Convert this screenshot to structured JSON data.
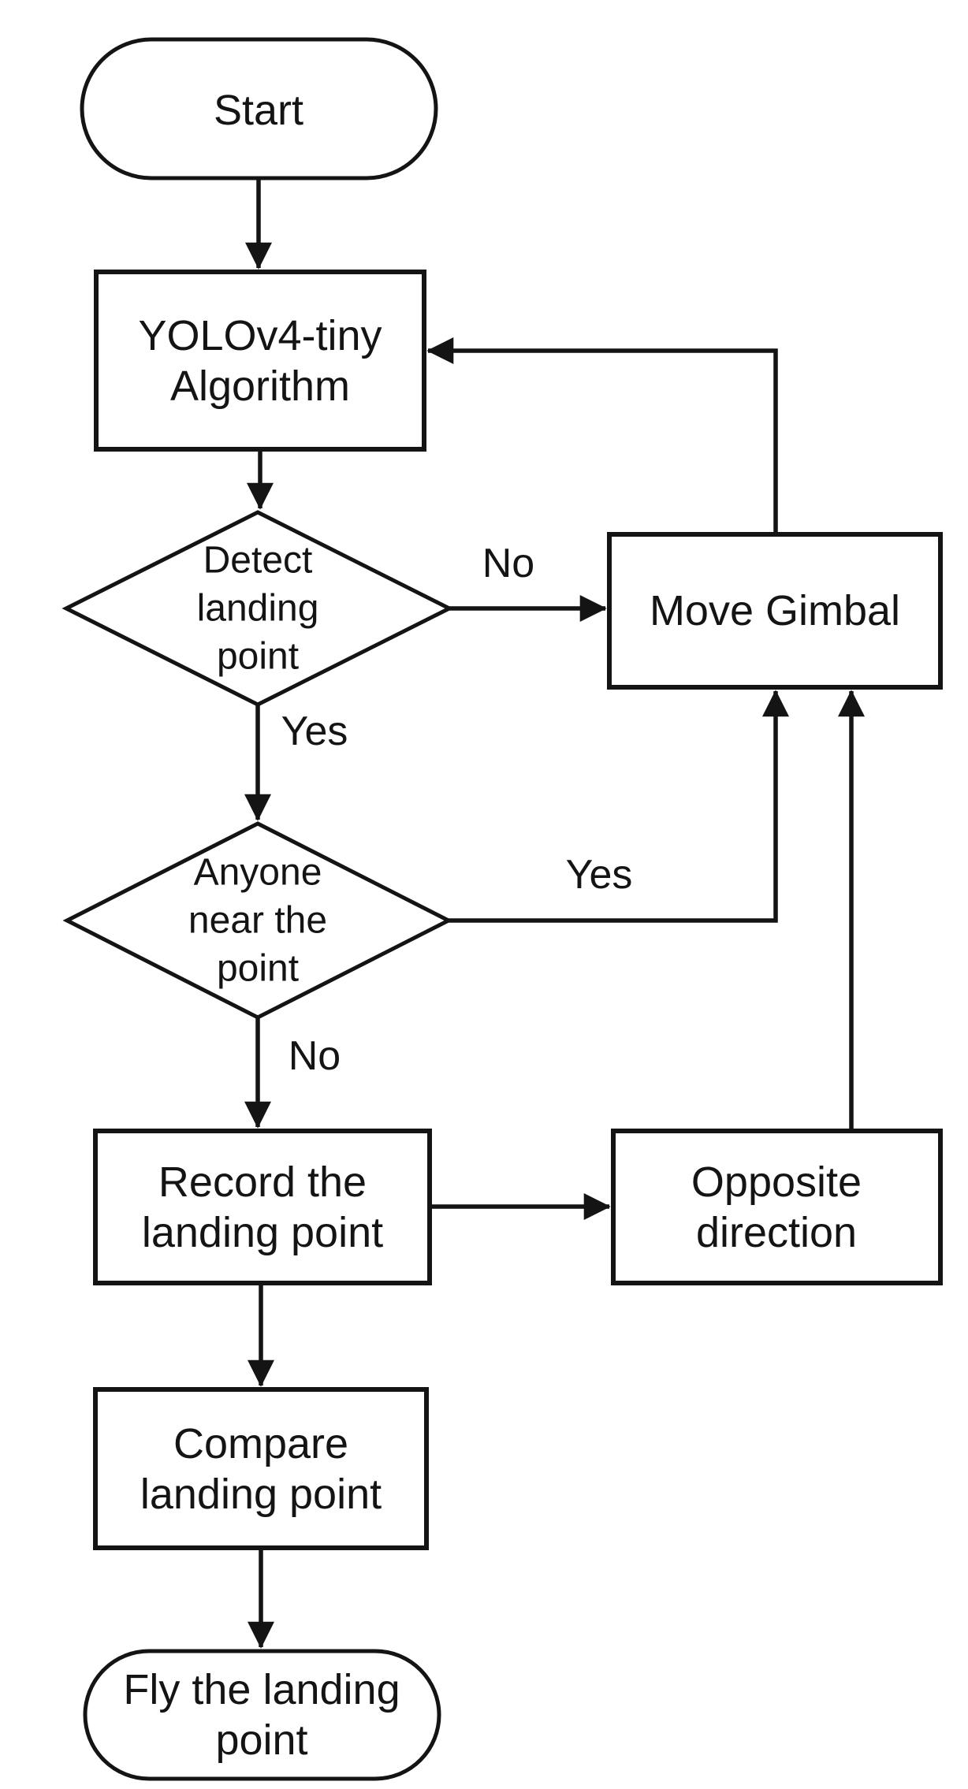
{
  "diagram": {
    "type": "flowchart",
    "colors": {
      "stroke": "#141414",
      "node-fill": "#ffffff",
      "background": "#ffffff",
      "text": "#141414"
    },
    "nodes": {
      "start": {
        "shape": "terminator",
        "lines": [
          "Start"
        ]
      },
      "yolo": {
        "shape": "process",
        "lines": [
          "YOLOv4-tiny",
          "Algorithm"
        ]
      },
      "detect": {
        "shape": "decision",
        "lines": [
          "Detect",
          "landing",
          "point"
        ]
      },
      "move_gimbal": {
        "shape": "process",
        "lines": [
          "Move Gimbal"
        ]
      },
      "anyone": {
        "shape": "decision",
        "lines": [
          "Anyone",
          "near the",
          "point"
        ]
      },
      "record": {
        "shape": "process",
        "lines": [
          "Record the",
          "landing point"
        ]
      },
      "opposite": {
        "shape": "process",
        "lines": [
          "Opposite",
          "direction"
        ]
      },
      "compare": {
        "shape": "process",
        "lines": [
          "Compare",
          "landing point"
        ]
      },
      "fly": {
        "shape": "terminator",
        "lines": [
          "Fly the landing",
          "point"
        ]
      }
    },
    "labels": {
      "detect_no": "No",
      "detect_yes": "Yes",
      "anyone_yes": "Yes",
      "anyone_no": "No"
    },
    "edges": [
      {
        "from": "start",
        "to": "yolo",
        "label": ""
      },
      {
        "from": "yolo",
        "to": "detect",
        "label": ""
      },
      {
        "from": "detect",
        "to": "move_gimbal",
        "label": "No"
      },
      {
        "from": "detect",
        "to": "anyone",
        "label": "Yes"
      },
      {
        "from": "anyone",
        "to": "move_gimbal",
        "label": "Yes"
      },
      {
        "from": "anyone",
        "to": "record",
        "label": "No"
      },
      {
        "from": "record",
        "to": "opposite",
        "label": ""
      },
      {
        "from": "opposite",
        "to": "move_gimbal",
        "label": ""
      },
      {
        "from": "record",
        "to": "compare",
        "label": ""
      },
      {
        "from": "compare",
        "to": "fly",
        "label": ""
      },
      {
        "from": "move_gimbal",
        "to": "yolo",
        "label": ""
      }
    ]
  }
}
